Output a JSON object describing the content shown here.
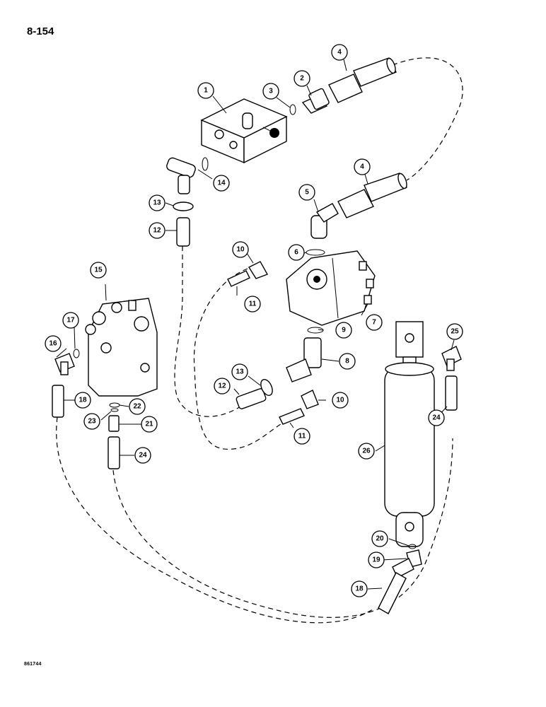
{
  "page": {
    "page_number": "8-154",
    "figure_code": "861744"
  },
  "callouts": [
    {
      "id": "c1",
      "label": "1"
    },
    {
      "id": "c2",
      "label": "2"
    },
    {
      "id": "c3",
      "label": "3"
    },
    {
      "id": "c4a",
      "label": "4"
    },
    {
      "id": "c4b",
      "label": "4"
    },
    {
      "id": "c5",
      "label": "5"
    },
    {
      "id": "c6",
      "label": "6"
    },
    {
      "id": "c7",
      "label": "7"
    },
    {
      "id": "c8",
      "label": "8"
    },
    {
      "id": "c9",
      "label": "9"
    },
    {
      "id": "c10a",
      "label": "10"
    },
    {
      "id": "c10b",
      "label": "10"
    },
    {
      "id": "c11a",
      "label": "11"
    },
    {
      "id": "c11b",
      "label": "11"
    },
    {
      "id": "c12a",
      "label": "12"
    },
    {
      "id": "c12b",
      "label": "12"
    },
    {
      "id": "c13a",
      "label": "13"
    },
    {
      "id": "c13b",
      "label": "13"
    },
    {
      "id": "c14",
      "label": "14"
    },
    {
      "id": "c15",
      "label": "15"
    },
    {
      "id": "c16",
      "label": "16"
    },
    {
      "id": "c17",
      "label": "17"
    },
    {
      "id": "c18a",
      "label": "18"
    },
    {
      "id": "c18b",
      "label": "18"
    },
    {
      "id": "c19",
      "label": "19"
    },
    {
      "id": "c20",
      "label": "20"
    },
    {
      "id": "c21",
      "label": "21"
    },
    {
      "id": "c22",
      "label": "22"
    },
    {
      "id": "c23",
      "label": "23"
    },
    {
      "id": "c24a",
      "label": "24"
    },
    {
      "id": "c24b",
      "label": "24"
    },
    {
      "id": "c25",
      "label": "25"
    },
    {
      "id": "c26",
      "label": "26"
    }
  ]
}
